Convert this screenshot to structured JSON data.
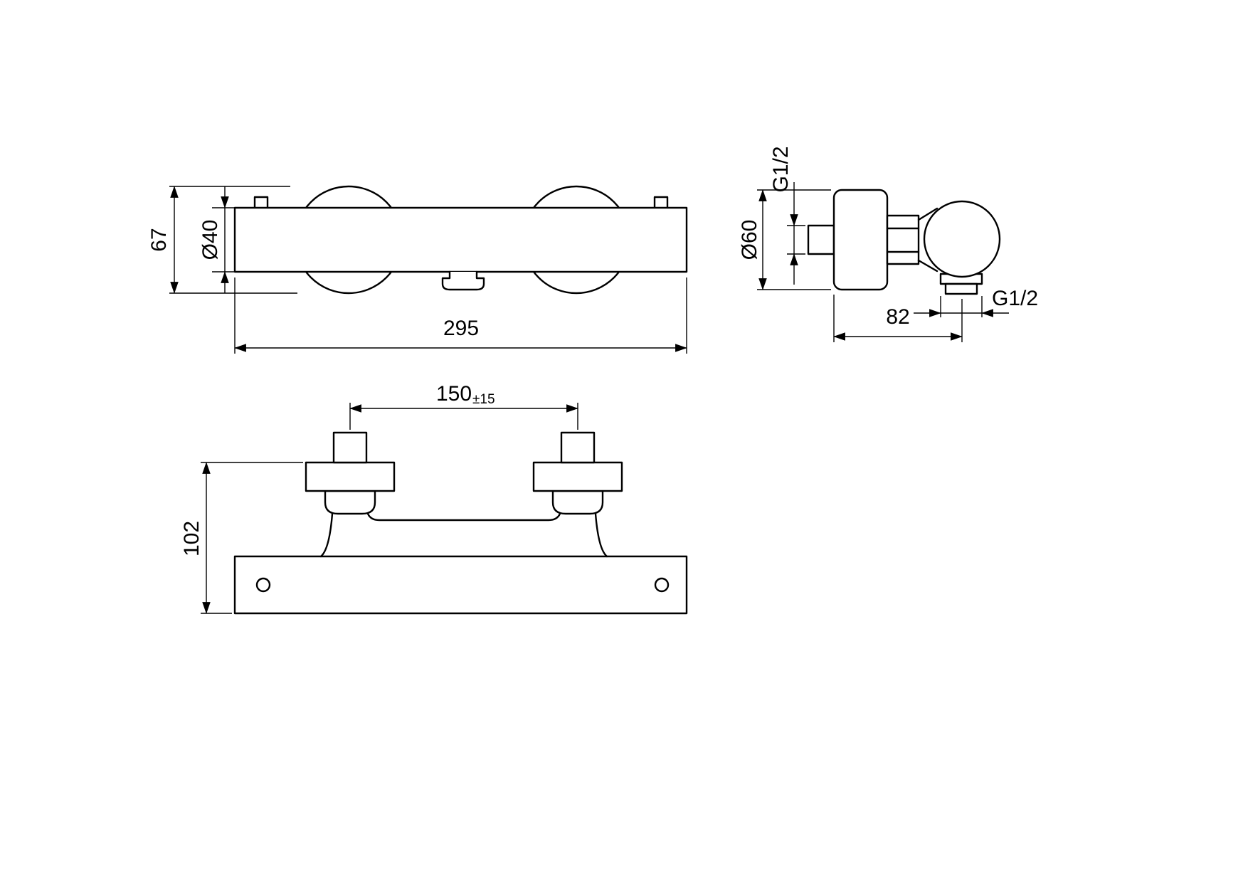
{
  "drawing": {
    "type": "technical-dimension-drawing",
    "subject": "wall-mounted thermostatic shower mixer valve, three orthographic views",
    "colors": {
      "background": "#ffffff",
      "line": "#000000"
    },
    "views": {
      "front": {
        "dims": {
          "overall_height": "67",
          "body_diameter": "Ø40",
          "overall_length": "295"
        }
      },
      "side": {
        "dims": {
          "inlet_thread": "G1/2",
          "escutcheon_diameter": "Ø60",
          "depth": "82",
          "outlet_thread": "G1/2"
        }
      },
      "bottom": {
        "dims": {
          "inlet_spacing": "150",
          "inlet_spacing_tolerance": "±15",
          "body_height": "102"
        }
      }
    }
  }
}
